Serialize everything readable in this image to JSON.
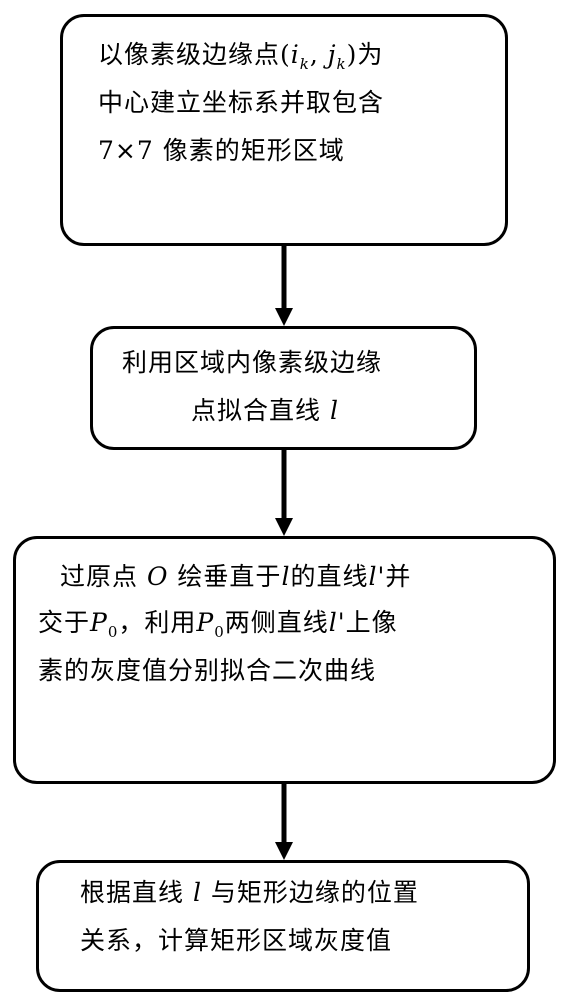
{
  "flowchart": {
    "steps": [
      {
        "id": "step1",
        "lines": [
          "以像素级边缘点(i_k, j_k)为",
          "中心建立坐标系并取包含",
          "7×7 像素的矩形区域"
        ],
        "parts": {
          "l1_pre": "以像素级边缘点",
          "l1_open": "(",
          "l1_i": "i",
          "l1_k1": "k",
          "l1_comma": ",",
          "l1_j": "j",
          "l1_k2": "k",
          "l1_close": ")",
          "l1_post": "为",
          "l2": "中心建立坐标系并取包含",
          "l3_a": "7",
          "l3_x": "×",
          "l3_b": "7",
          "l3_post": " 像素的矩形区域"
        }
      },
      {
        "id": "step2",
        "lines": [
          "利用区域内像素级边缘",
          "点拟合直线 l"
        ],
        "parts": {
          "l1": "利用区域内像素级边缘",
          "l2_pre": "点拟合直线",
          "l2_var": "l"
        }
      },
      {
        "id": "step3",
        "lines": [
          "过原点 O 绘垂直于 l 的直线 l' 并",
          "交于 P0，利用 P0 两侧直线 l' 上像",
          "素的灰度值分别拟合二次曲线"
        ],
        "parts": {
          "l1_a": "过原点",
          "l1_o": "O",
          "l1_b": "绘垂直于",
          "l1_l": "l",
          "l1_c": "的直线",
          "l1_lp": "l'",
          "l1_d": "并",
          "l2_a": "交于",
          "l2_p": "P",
          "l2_p0": "0",
          "l2_b": "，利用",
          "l2_p2": "P",
          "l2_p02": "0",
          "l2_c": "两侧直线",
          "l2_lp": "l'",
          "l2_d": "上像",
          "l3": "素的灰度值分别拟合二次曲线"
        }
      },
      {
        "id": "step4",
        "lines": [
          "根据直线 l 与矩形边缘的位置",
          "关系，计算矩形区域灰度值"
        ],
        "parts": {
          "l1_a": "根据直线",
          "l1_l": "l",
          "l1_b": "与矩形边缘的位置",
          "l2": "关系，计算矩形区域灰度值"
        }
      }
    ],
    "colors": {
      "stroke": "#000000",
      "background": "#ffffff",
      "text": "#000000"
    }
  }
}
